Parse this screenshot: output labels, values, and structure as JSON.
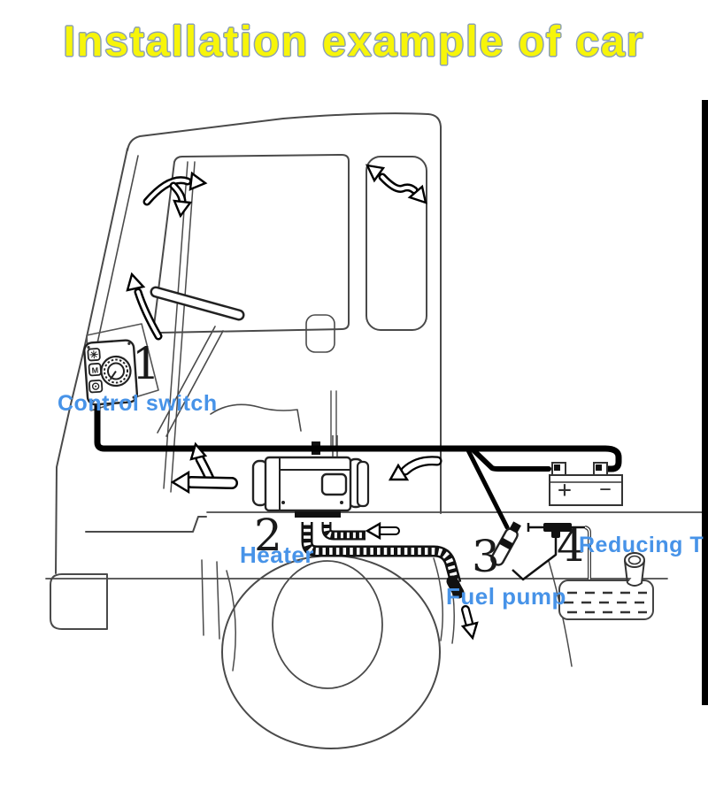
{
  "title": {
    "text": "Installation example of car",
    "fill_color": "#F7F50A",
    "outline_color": "#8BA0B5"
  },
  "label_color": "#4793E8",
  "line_color": "#444444",
  "harness_color": "#000000",
  "labels": {
    "control_switch": {
      "number": "1",
      "text": "Control switch"
    },
    "heater": {
      "number": "2",
      "text": "Heater"
    },
    "fuel_pump": {
      "number": "3",
      "text": "Fuel pump"
    },
    "reducing_t": {
      "number": "4",
      "text": "Reducing T"
    }
  },
  "battery": {
    "positive_label": "+",
    "negative_label": "−"
  },
  "control_switch_panel": {
    "mode_button_label": "M"
  }
}
